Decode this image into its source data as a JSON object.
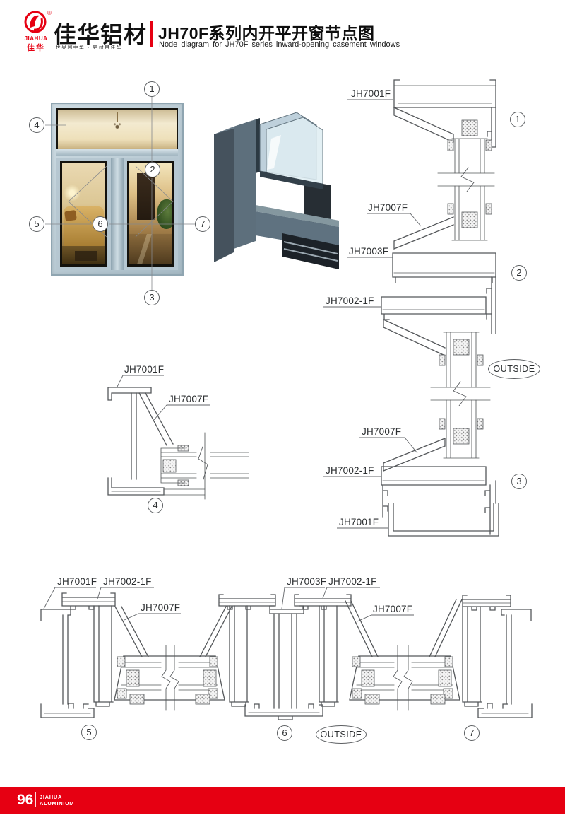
{
  "header": {
    "logo_jiahua": "JIAHUA",
    "logo_jiahua_zh": "佳华",
    "registered_mark": "®",
    "brand_name": "佳华铝材",
    "tagline": "世界利中华 · 铝材用佳华",
    "title_zh": "JH70F系列内开平开窗节点图",
    "title_en": "Node diagram for JH70F series inward-opening casement windows"
  },
  "callouts": {
    "n1": "1",
    "n2": "2",
    "n3": "3",
    "n4": "4",
    "n5": "5",
    "n6": "6",
    "n7": "7"
  },
  "outside_label": "OUTSIDE",
  "labels": {
    "vs_top_frame": "JH7001F",
    "vs_upper_sash": "JH7007F",
    "vs_transom": "JH7003F",
    "vs_mullion_upper": "JH7002-1F",
    "vs_lower_sash": "JH7007F",
    "vs_mullion_lower": "JH7002-1F",
    "vs_sill": "JH7001F",
    "d4_frame": "JH7001F",
    "d4_sash": "JH7007F",
    "hs_left_frame": "JH7001F",
    "hs_left_mullion": "JH7002-1F",
    "hs_left_sash": "JH7007F",
    "hs_right_transom": "JH7003F",
    "hs_right_mullion": "JH7002-1F",
    "hs_right_sash": "JH7007F"
  },
  "footer": {
    "page_number": "96",
    "brand_line1": "JIAHUA",
    "brand_line2": "ALUMINIUM"
  },
  "colors": {
    "brand_red": "#E60012",
    "drawing_line": "#54575A",
    "window_frame": "#B7C8D2"
  }
}
